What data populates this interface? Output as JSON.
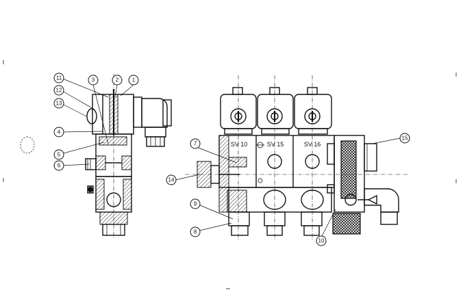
{
  "diagram": {
    "labels": {
      "sv_10": "SV 10",
      "sv_15": "SV 15",
      "sv_16": "SV 16"
    },
    "callouts": {
      "c1": "1",
      "c2": "2",
      "c3": "3",
      "c4": "4",
      "c5": "5",
      "c6": "6",
      "c7": "7",
      "c8": "8",
      "c9": "9",
      "c10": "10",
      "c11": "11",
      "c12": "12",
      "c13": "13",
      "c14": "14",
      "c15": "15"
    }
  }
}
